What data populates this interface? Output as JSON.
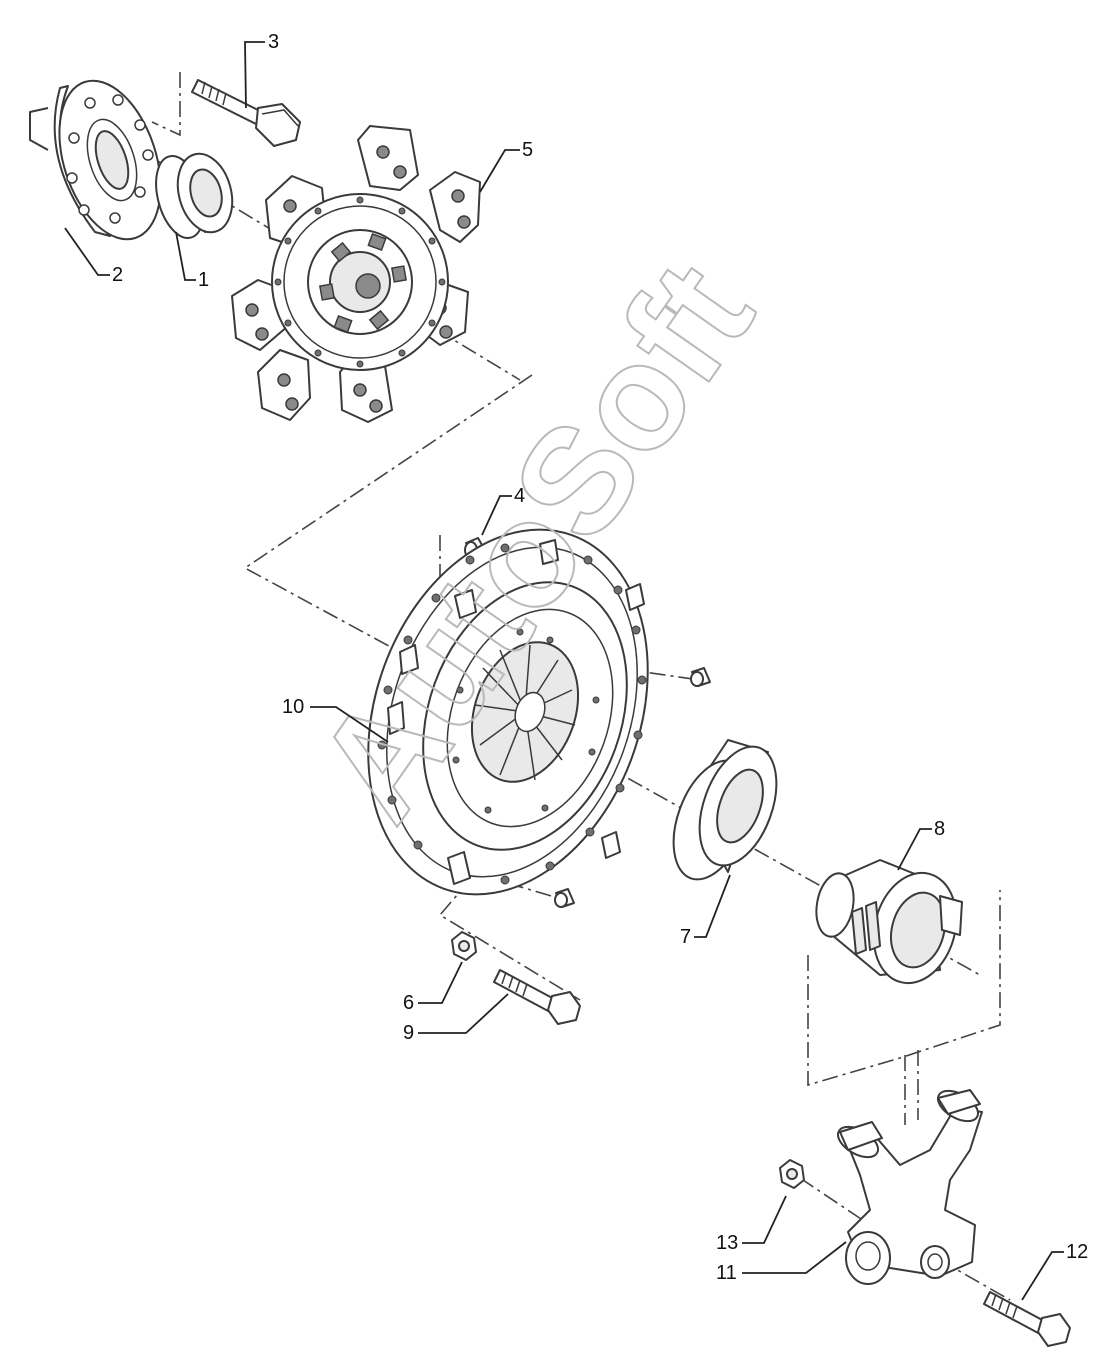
{
  "callouts": [
    {
      "id": "1",
      "label": "1"
    },
    {
      "id": "2",
      "label": "2"
    },
    {
      "id": "3",
      "label": "3"
    },
    {
      "id": "4",
      "label": "4"
    },
    {
      "id": "5",
      "label": "5"
    },
    {
      "id": "6",
      "label": "6"
    },
    {
      "id": "7",
      "label": "7"
    },
    {
      "id": "8",
      "label": "8"
    },
    {
      "id": "9",
      "label": "9"
    },
    {
      "id": "10",
      "label": "10"
    },
    {
      "id": "11",
      "label": "11"
    },
    {
      "id": "12",
      "label": "12"
    },
    {
      "id": "13",
      "label": "13"
    }
  ],
  "watermark": "AutoSoft",
  "colors": {
    "line": "#3a3a3a",
    "watermark": "#b9b9b9",
    "background": "#ffffff"
  }
}
